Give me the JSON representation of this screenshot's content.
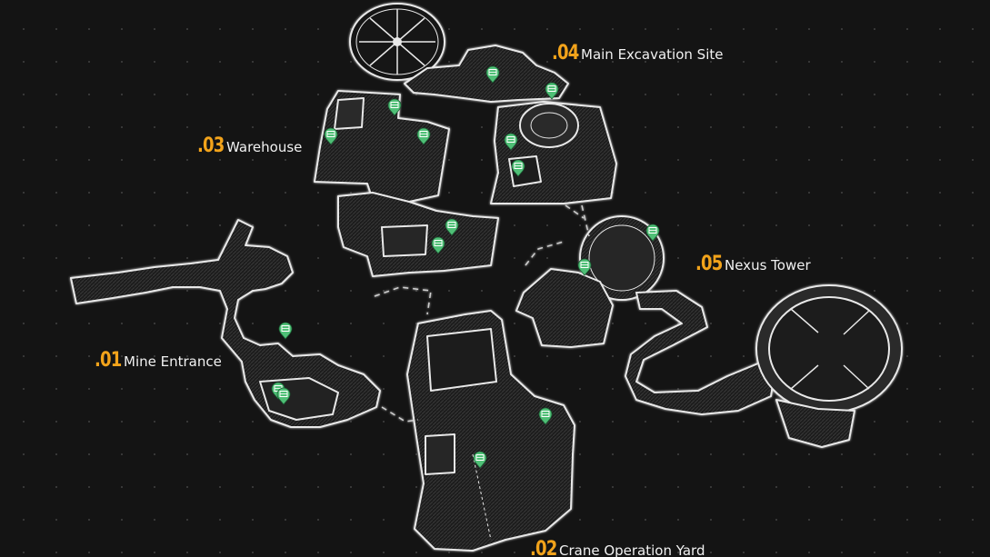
{
  "zones": [
    {
      "number": ".01",
      "name": "Mine Entrance"
    },
    {
      "number": ".02",
      "name": "Crane Operation Yard"
    },
    {
      "number": ".03",
      "name": "Warehouse"
    },
    {
      "number": ".04",
      "name": "Main Excavation Site"
    },
    {
      "number": ".05",
      "name": "Nexus Tower"
    }
  ],
  "colors": {
    "background": "#141414",
    "zone_number": "#f2a31b",
    "zone_name": "#f1f1f1",
    "map_lines": "#e8e8e8",
    "marker": "#4fbf76"
  },
  "marker_icon": "locker-icon"
}
